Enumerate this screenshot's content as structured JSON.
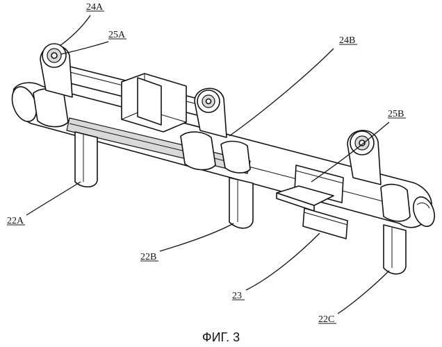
{
  "figure": {
    "caption": "ФИГ. 3",
    "labels": {
      "l24A": "24A",
      "l25A": "25A",
      "l24B": "24B",
      "l25B": "25B",
      "l22A": "22A",
      "l22B": "22B",
      "l22C": "22C",
      "l23": "23"
    }
  }
}
